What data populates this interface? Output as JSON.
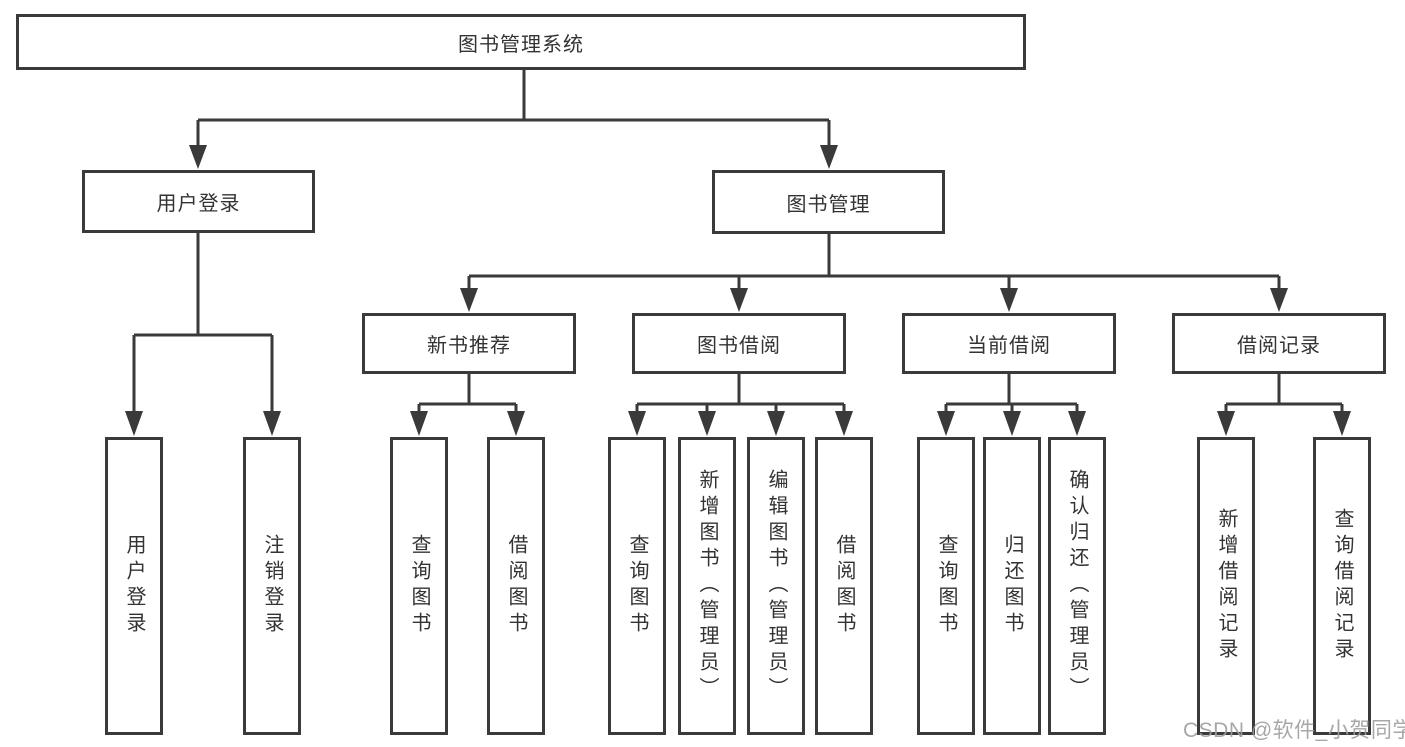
{
  "colors": {
    "line": "#3a3a3a",
    "text": "#333333",
    "background": "#ffffff",
    "watermark": "#9e9e9e"
  },
  "watermark": {
    "text": "CSDN @软件_小贺同学"
  },
  "tree": {
    "root": {
      "label": "图书管理系统"
    },
    "branches": [
      {
        "label": "用户登录",
        "children": [
          {
            "label": "用户登录"
          },
          {
            "label": "注销登录"
          }
        ]
      },
      {
        "label": "图书管理",
        "children": [
          {
            "label": "新书推荐",
            "children": [
              {
                "label": "查询图书"
              },
              {
                "label": "借阅图书"
              }
            ]
          },
          {
            "label": "图书借阅",
            "children": [
              {
                "label": "查询图书"
              },
              {
                "label": "新增图书（管理员）"
              },
              {
                "label": "编辑图书（管理员）"
              },
              {
                "label": "借阅图书"
              }
            ]
          },
          {
            "label": "当前借阅",
            "children": [
              {
                "label": "查询图书"
              },
              {
                "label": "归还图书"
              },
              {
                "label": "确认归还（管理员）"
              }
            ]
          },
          {
            "label": "借阅记录",
            "children": [
              {
                "label": "新增借阅记录"
              },
              {
                "label": "查询借阅记录"
              }
            ]
          }
        ]
      }
    ]
  }
}
